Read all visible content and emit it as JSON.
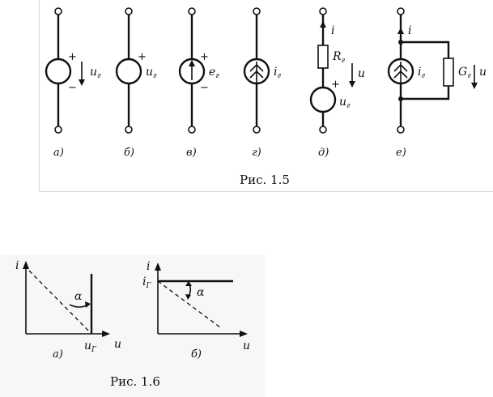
{
  "figure_1_5": {
    "caption": "Рис. 1.5",
    "sublabels": [
      "а)",
      "б)",
      "в)",
      "г)",
      "д)",
      "е)"
    ],
    "labels": {
      "a_voltage": "u",
      "a_voltage_sub": "г",
      "b_voltage": "u",
      "b_voltage_sub": "г",
      "c_emf": "e",
      "c_emf_sub": "г",
      "d_current": "i",
      "d_current_sub": "г",
      "e_current": "i",
      "e_resistor": "R",
      "e_resistor_sub": "г",
      "e_voltage": "u",
      "e_source": "u",
      "e_source_sub": "г",
      "f_current": "i",
      "f_source": "i",
      "f_source_sub": "г",
      "f_conductance": "G",
      "f_conductance_sub": "г",
      "f_voltage": "u",
      "plus": "+",
      "minus": "−"
    }
  },
  "figure_1_6": {
    "caption": "Рис. 1.6",
    "sublabels": [
      "а)",
      "б)"
    ],
    "labels": {
      "a_yaxis": "i",
      "a_xaxis": "u",
      "a_xtick": "u",
      "a_xtick_sub": "Г",
      "a_angle": "α",
      "b_yaxis": "i",
      "b_xaxis": "u",
      "b_ytick": "i",
      "b_ytick_sub": "Г",
      "b_angle": "α"
    }
  }
}
